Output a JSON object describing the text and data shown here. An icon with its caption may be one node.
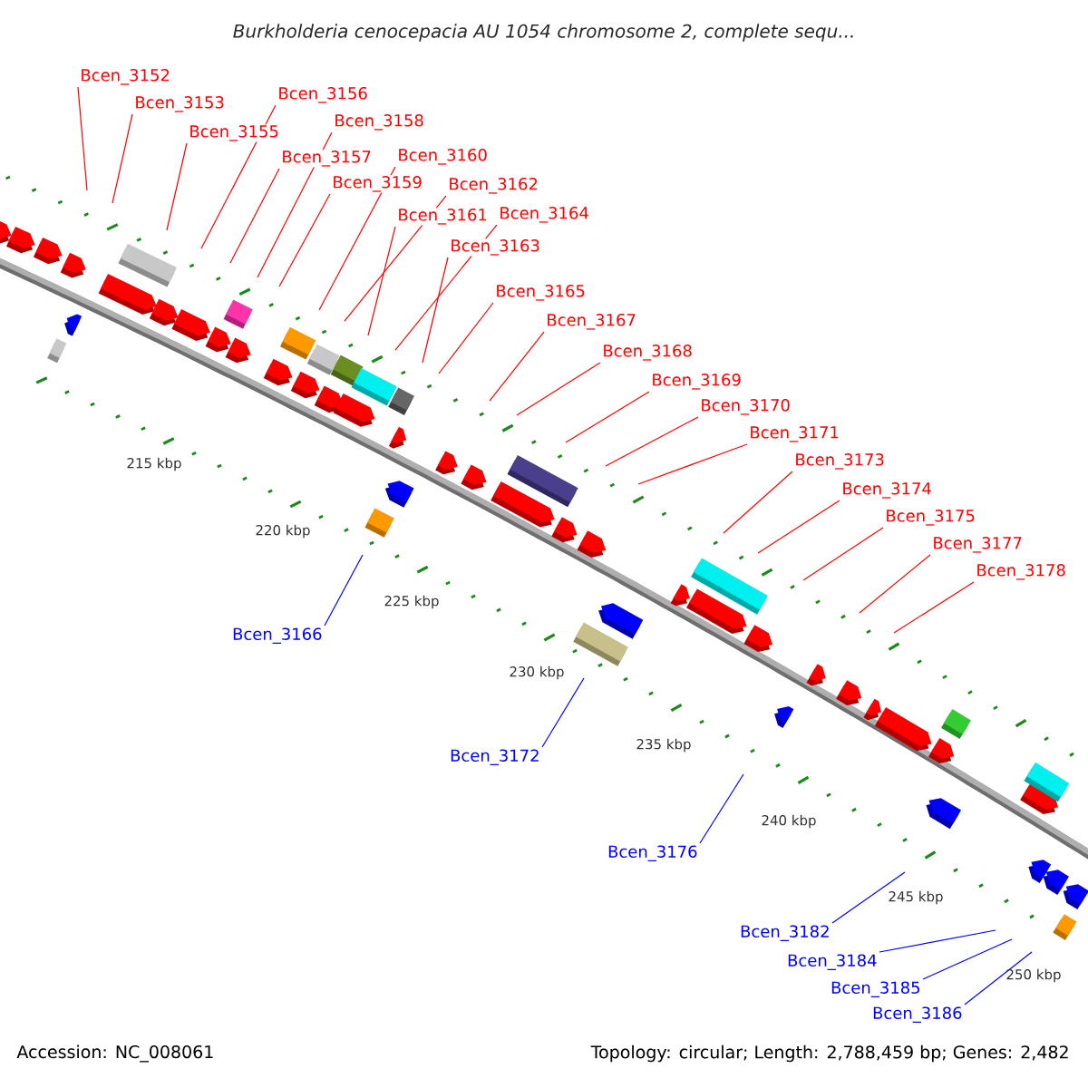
{
  "diagram": {
    "title": "*Burkholderia cenocepacia* AU 1054 chromosome 2, complete sequ...",
    "nodes": [
      {
        "text": [
          "Bcen_3152"
        ]
      },
      {
        "text": [
          "Bcen_3153"
        ]
      },
      {
        "text": [
          "Bcen_3155"
        ]
      },
      {
        "text": [
          "Bcen_3156"
        ]
      },
      {
        "text": [
          "Bcen_3157"
        ]
      },
      {
        "text": [
          "Bcen_3158"
        ]
      },
      {
        "text": [
          "Bcen_3159"
        ]
      },
      {
        "text": [
          "Bcen_3160"
        ]
      },
      {
        "text": [
          "Bcen_3161"
        ]
      },
      {
        "text": [
          "Bcen_3162"
        ]
      },
      {
        "text": [
          "Bcen_3163"
        ]
      },
      {
        "text": [
          "Bcen_3164"
        ]
      },
      {
        "text": [
          "Bcen_3165"
        ]
      },
      {
        "text": [
          "Bcen_3167"
        ]
      },
      {
        "text": [
          "Bcen_3168"
        ]
      },
      {
        "text": [
          "Bcen_3169"
        ]
      },
      {
        "text": [
          "Bcen_3170"
        ]
      },
      {
        "text": [
          "Bcen_3171"
        ]
      },
      {
        "text": [
          "Bcen_3173"
        ]
      },
      {
        "text": [
          "Bcen_3174"
        ]
      },
      {
        "text": [
          "Bcen_3175"
        ]
      },
      {
        "text": [
          "Bcen_3177"
        ]
      },
      {
        "text": [
          "Bcen_3178"
        ]
      },
      {
        "text": [
          "Bcen_3166"
        ]
      },
      {
        "text": [
          "Bcen_3172"
        ]
      },
      {
        "text": [
          "Bcen_3176"
        ]
      },
      {
        "text": [
          "Bcen_3182"
        ]
      },
      {
        "text": [
          "Bcen_3184"
        ]
      },
      {
        "text": [
          "Bcen_3185"
        ]
      },
      {
        "text": [
          "Bcen_3186"
        ]
      }
    ],
    "edges": [
      {
        "from": 0,
        "to": null,
        "arrow": "none"
      },
      {
        "from": 1,
        "to": null,
        "arrow": "none"
      },
      {
        "from": 2,
        "to": null,
        "arrow": "none"
      },
      {
        "from": 3,
        "to": null,
        "arrow": "none"
      },
      {
        "from": 4,
        "to": null,
        "arrow": "none"
      },
      {
        "from": 5,
        "to": null,
        "arrow": "none"
      },
      {
        "from": 6,
        "to": null,
        "arrow": "none"
      },
      {
        "from": 7,
        "to": null,
        "arrow": "none"
      },
      {
        "from": 8,
        "to": null,
        "arrow": "none"
      },
      {
        "from": 9,
        "to": null,
        "arrow": "none"
      },
      {
        "from": 10,
        "to": null,
        "arrow": "none"
      },
      {
        "from": 11,
        "to": null,
        "arrow": "none"
      },
      {
        "from": 12,
        "to": null,
        "arrow": "none"
      },
      {
        "from": 13,
        "to": null,
        "arrow": "none"
      },
      {
        "from": 14,
        "to": null,
        "arrow": "none"
      },
      {
        "from": 15,
        "to": null,
        "arrow": "none"
      },
      {
        "from": 16,
        "to": null,
        "arrow": "none"
      },
      {
        "from": 17,
        "to": null,
        "arrow": "none"
      },
      {
        "from": 18,
        "to": null,
        "arrow": "none"
      },
      {
        "from": 19,
        "to": null,
        "arrow": "none"
      },
      {
        "from": 20,
        "to": null,
        "arrow": "none"
      },
      {
        "from": 21,
        "to": null,
        "arrow": "none"
      },
      {
        "from": 22,
        "to": null,
        "arrow": "none"
      },
      {
        "from": 23,
        "to": null,
        "arrow": "none",
        "color": "#0000ff"
      },
      {
        "from": 24,
        "to": null,
        "arrow": "none",
        "color": "#0000ff"
      },
      {
        "from": 25,
        "to": null,
        "arrow": "none",
        "color": "#0000ff"
      },
      {
        "from": 26,
        "to": null,
        "arrow": "none",
        "color": "#0000ff"
      },
      {
        "from": 27,
        "to": null,
        "arrow": "none",
        "color": "#0000ff"
      },
      {
        "from": 28,
        "to": null,
        "arrow": "none",
        "color": "#0000ff"
      },
      {
        "from": 29,
        "to": null,
        "arrow": "none",
        "color": "#0000ff"
      }
    ],
    "labels": [
      "215 kbp",
      "220 kbp",
      "225 kbp",
      "230 kbp",
      "235 kbp",
      "240 kbp",
      "245 kbp",
      "250 kbp",
      "Accession: NC_008061",
      "Topology: circular; Length: 2,788,459 bp; Genes: 2,482"
    ]
  }
}
